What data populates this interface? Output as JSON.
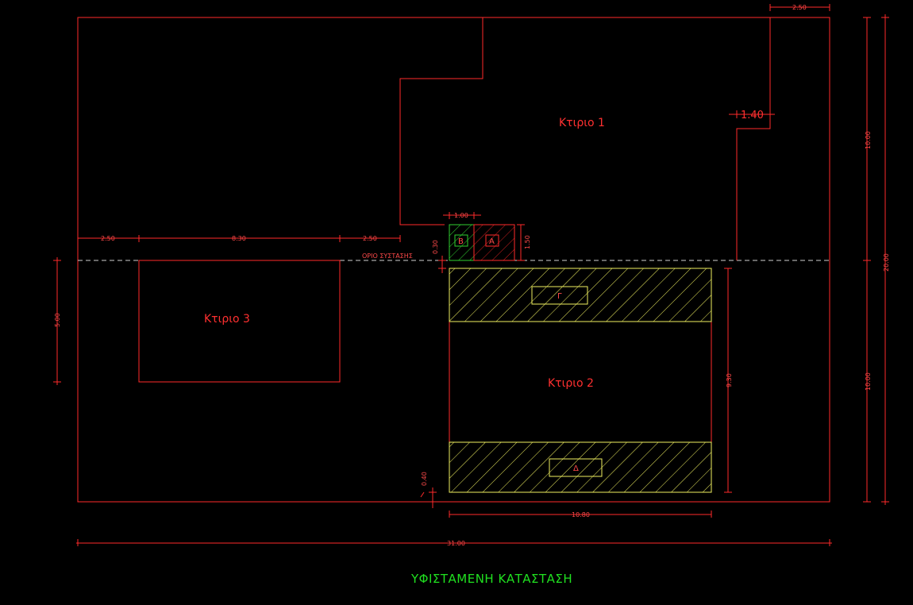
{
  "title": "ΥΦΙΣΤΑΜΕΝΗ ΚΑΤΑΣΤΑΣΗ",
  "buildings": {
    "b1": "Κτιριο 1",
    "b2": "Κτιριο  2",
    "b3": "Κτιριο 3"
  },
  "zones": {
    "a": "Α",
    "b": "Β",
    "g": "Γ",
    "d": "Δ"
  },
  "boundary_label": "ΟΡΙΟ ΣΥΣΤΑΣΗΣ",
  "dimensions": {
    "top_right": "2.50",
    "offset_b1": "1.40",
    "upper_right_v": "10.00",
    "lower_right_v": "10.00",
    "total_v": "20.00",
    "left_v": "5.00",
    "seg1": "2.50",
    "seg2": "8.30",
    "seg3": "2.50",
    "small_w": "1.00",
    "small_h": "1.50",
    "gap_small": "0.30",
    "b2_h": "9.30",
    "b2_w": "10.80",
    "bottom_gap": "0.40",
    "total_w": "31.00"
  },
  "colors": {
    "lines": "#ff2a2a",
    "hatch": "#f0f060",
    "zone_b": "#30d030",
    "title": "#20e020",
    "background": "#000000"
  }
}
